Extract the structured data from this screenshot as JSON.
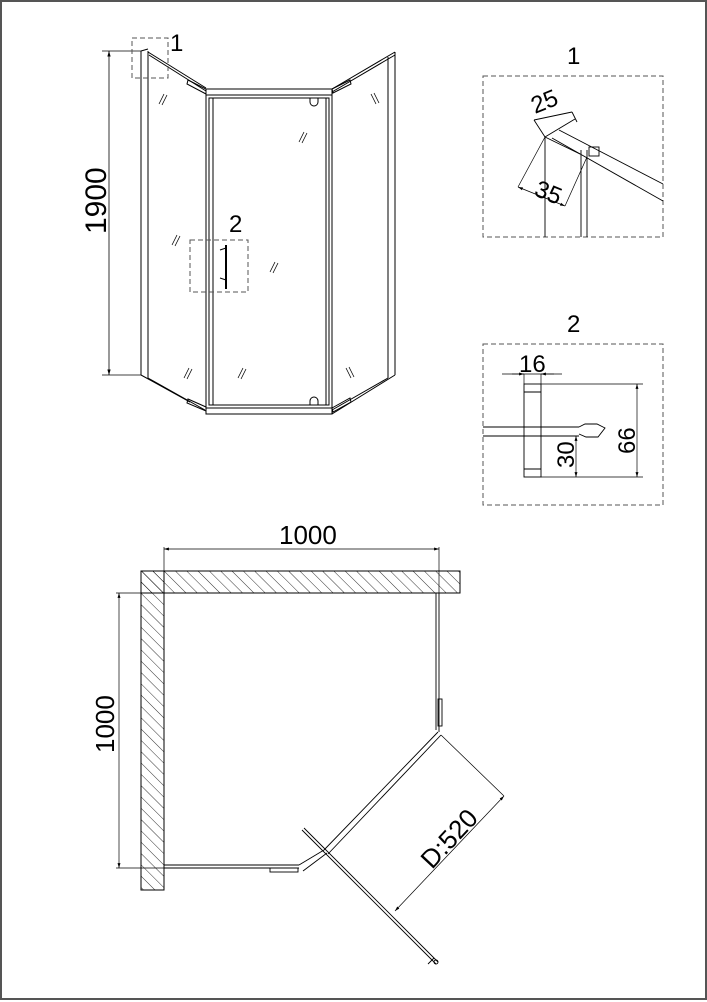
{
  "drawing": {
    "type": "shower enclosure technical drawing",
    "colors": {
      "line": "#000000",
      "frame": "#555555",
      "dash": "#555555",
      "background": "#ffffff"
    }
  },
  "front_view": {
    "height_dimension": "1900",
    "callout_1": "1",
    "callout_2": "2"
  },
  "detail_1": {
    "title": "1",
    "dim_a": "25",
    "dim_b": "35"
  },
  "detail_2": {
    "title": "2",
    "dim_width": "16",
    "dim_height": "66",
    "dim_offset": "30"
  },
  "plan_view": {
    "width_dimension": "1000",
    "depth_dimension": "1000",
    "door_dimension": "D:520"
  }
}
